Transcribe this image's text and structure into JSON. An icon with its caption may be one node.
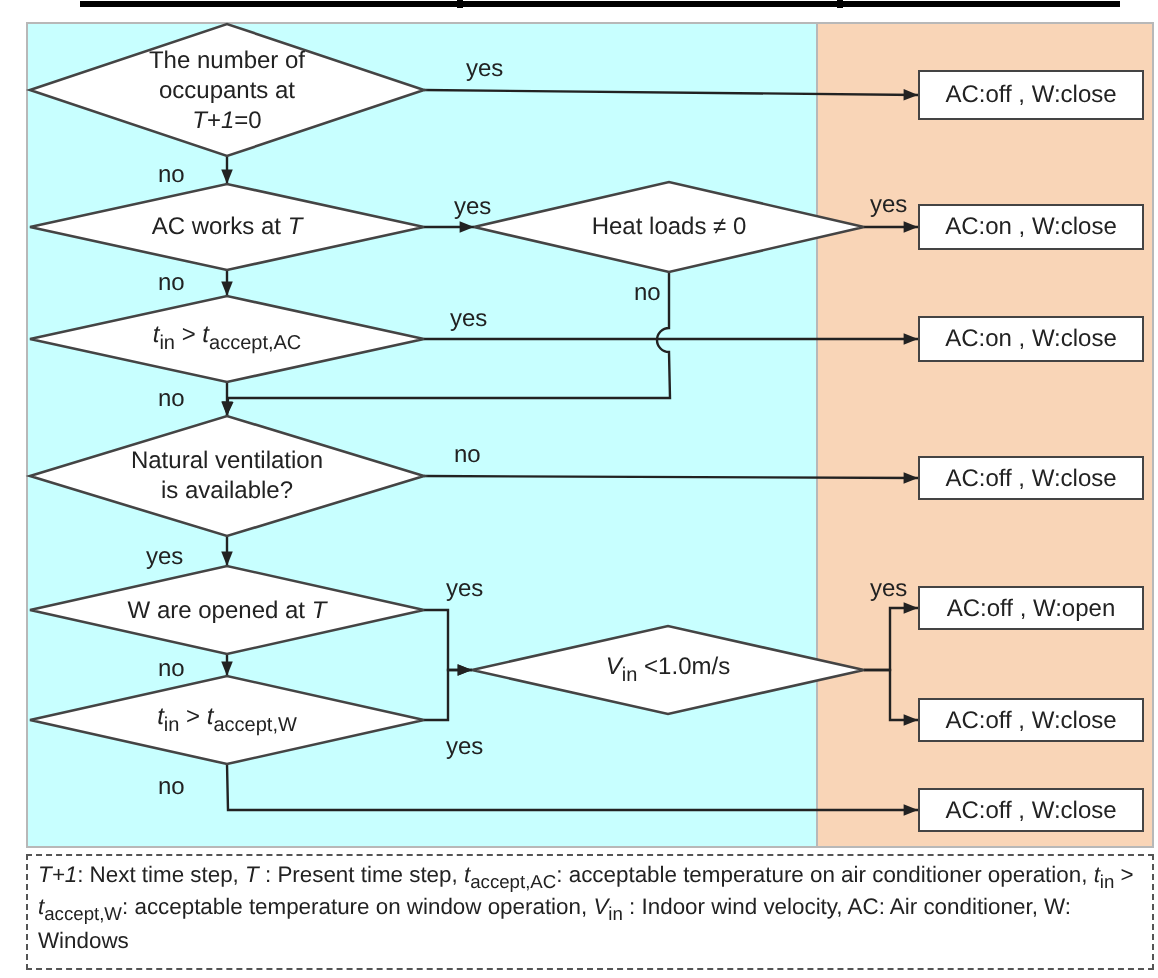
{
  "diagram": {
    "nodes": [
      {
        "text": [
          "The number of occupants at *T*+*1*=0"
        ]
      },
      {
        "text": [
          "AC works at *T*"
        ]
      },
      {
        "text": [
          "Heat loads ≠ 0"
        ]
      },
      {
        "text": [
          "*t*$_{in}$ > *t*$_{accept,AC}$"
        ]
      },
      {
        "text": [
          "Natural ventilation is available?"
        ]
      },
      {
        "text": [
          "W are opened at *T*"
        ]
      },
      {
        "text": [
          "*t*$_{in}$ > *t*$_{accept,W}$"
        ]
      },
      {
        "text": [
          "*V*$_{in}$ <1.0m/s"
        ]
      },
      {
        "text": [
          "AC:off , W:close"
        ]
      },
      {
        "text": [
          "AC:on , W:close"
        ]
      },
      {
        "text": [
          "AC:on , W:close"
        ]
      },
      {
        "text": [
          "AC:off , W:close"
        ]
      },
      {
        "text": [
          "AC:off , W:open"
        ]
      },
      {
        "text": [
          "AC:off , W:close"
        ]
      },
      {
        "text": [
          "AC:off , W:close"
        ]
      }
    ],
    "edges": [
      {
        "from": 0,
        "to": 8,
        "arrow": "to",
        "label": "yes"
      },
      {
        "from": 0,
        "to": 1,
        "arrow": "to",
        "label": "no"
      },
      {
        "from": 1,
        "to": 2,
        "arrow": "to",
        "label": "yes"
      },
      {
        "from": 1,
        "to": 3,
        "arrow": "to",
        "label": "no"
      },
      {
        "from": 2,
        "to": 9,
        "arrow": "to",
        "label": "yes"
      },
      {
        "from": 2,
        "to": 4,
        "arrow": "to",
        "label": "no"
      },
      {
        "from": 3,
        "to": 10,
        "arrow": "to",
        "label": "yes"
      },
      {
        "from": 3,
        "to": 4,
        "arrow": "to",
        "label": "no"
      },
      {
        "from": 4,
        "to": 11,
        "arrow": "to",
        "label": "no"
      },
      {
        "from": 4,
        "to": 5,
        "arrow": "to",
        "label": "yes"
      },
      {
        "from": 5,
        "to": 7,
        "arrow": "to",
        "label": "yes"
      },
      {
        "from": 5,
        "to": 6,
        "arrow": "to",
        "label": "no"
      },
      {
        "from": 6,
        "to": 7,
        "arrow": "to",
        "label": "yes"
      },
      {
        "from": 7,
        "to": 12,
        "arrow": "to",
        "label": "yes"
      },
      {
        "from": 7,
        "to": 13,
        "arrow": "to"
      },
      {
        "from": 6,
        "to": 14,
        "arrow": "to",
        "label": "no"
      }
    ],
    "labels": [
      "*T+1*: Next time step, *T* : Present time step, *t*$_{accept,AC}$: acceptable temperature on air conditioner operation, *t*$_{in}$ > *t*$_{accept,W}$: acceptable temperature on window operation, *V*$_{in}$ : Indoor wind velocity, AC: Air conditioner, W: Windows"
    ]
  }
}
